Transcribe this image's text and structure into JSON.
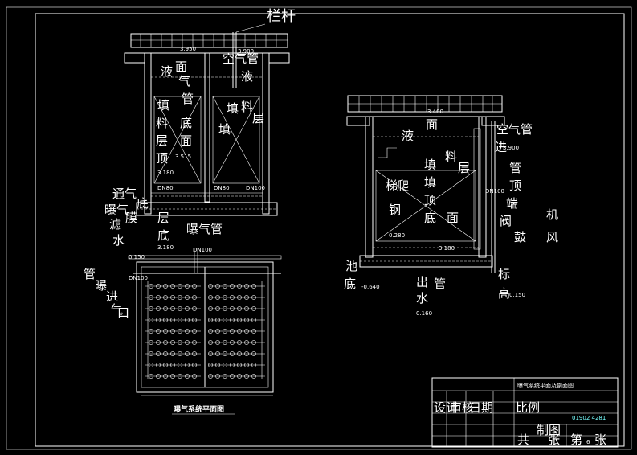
{
  "elevation_view": {
    "railing_label": "栏杆",
    "pipe_label_top": "空气管",
    "col1_labels": [
      "液",
      "面",
      "气",
      "管",
      "填",
      "料",
      "层",
      "顶",
      "底",
      "面"
    ],
    "col2_labels": [
      "液",
      "填",
      "料",
      "层",
      "填"
    ],
    "dims": [
      "3.950",
      "3.900",
      "3.515",
      "3.180",
      "DN80",
      "DN80",
      "DN100"
    ],
    "left_notes": [
      "通气",
      "曝气",
      "滤",
      "水",
      "膜",
      "底"
    ],
    "bottom_labels": [
      "层",
      "底",
      "曝气管",
      "3.180"
    ]
  },
  "plan_view": {
    "title": "曝气系统平面图",
    "dims": [
      "0.150",
      "DN100",
      "DN100"
    ],
    "left_notes": [
      "管",
      "曝",
      "进",
      "气",
      "口"
    ]
  },
  "section_view": {
    "labels": [
      "面",
      "液",
      "填",
      "料",
      "层",
      "填",
      "顶",
      "底",
      "面",
      "钢",
      "爬",
      "梯"
    ],
    "right_labels": [
      "空气管",
      "进",
      "管",
      "顶",
      "端",
      "阀",
      "鼓",
      "风",
      "机",
      "标",
      "高"
    ],
    "dims": [
      "3.400",
      "3.900",
      "3.180",
      "0.280",
      "0.160",
      "0.150",
      "-0.640",
      "DN100"
    ],
    "bottom_labels": [
      "池",
      "底",
      "出",
      "水",
      "管"
    ]
  },
  "title_block": {
    "drawing_title": "曝气系统平面及剖面图",
    "row_labels": [
      "设计",
      "审核",
      "日期",
      "比例",
      "制图"
    ],
    "drawing_no": "01902 4281",
    "sheet_labels": [
      "共",
      "张",
      "第",
      "张"
    ],
    "sheet_no": "6"
  }
}
